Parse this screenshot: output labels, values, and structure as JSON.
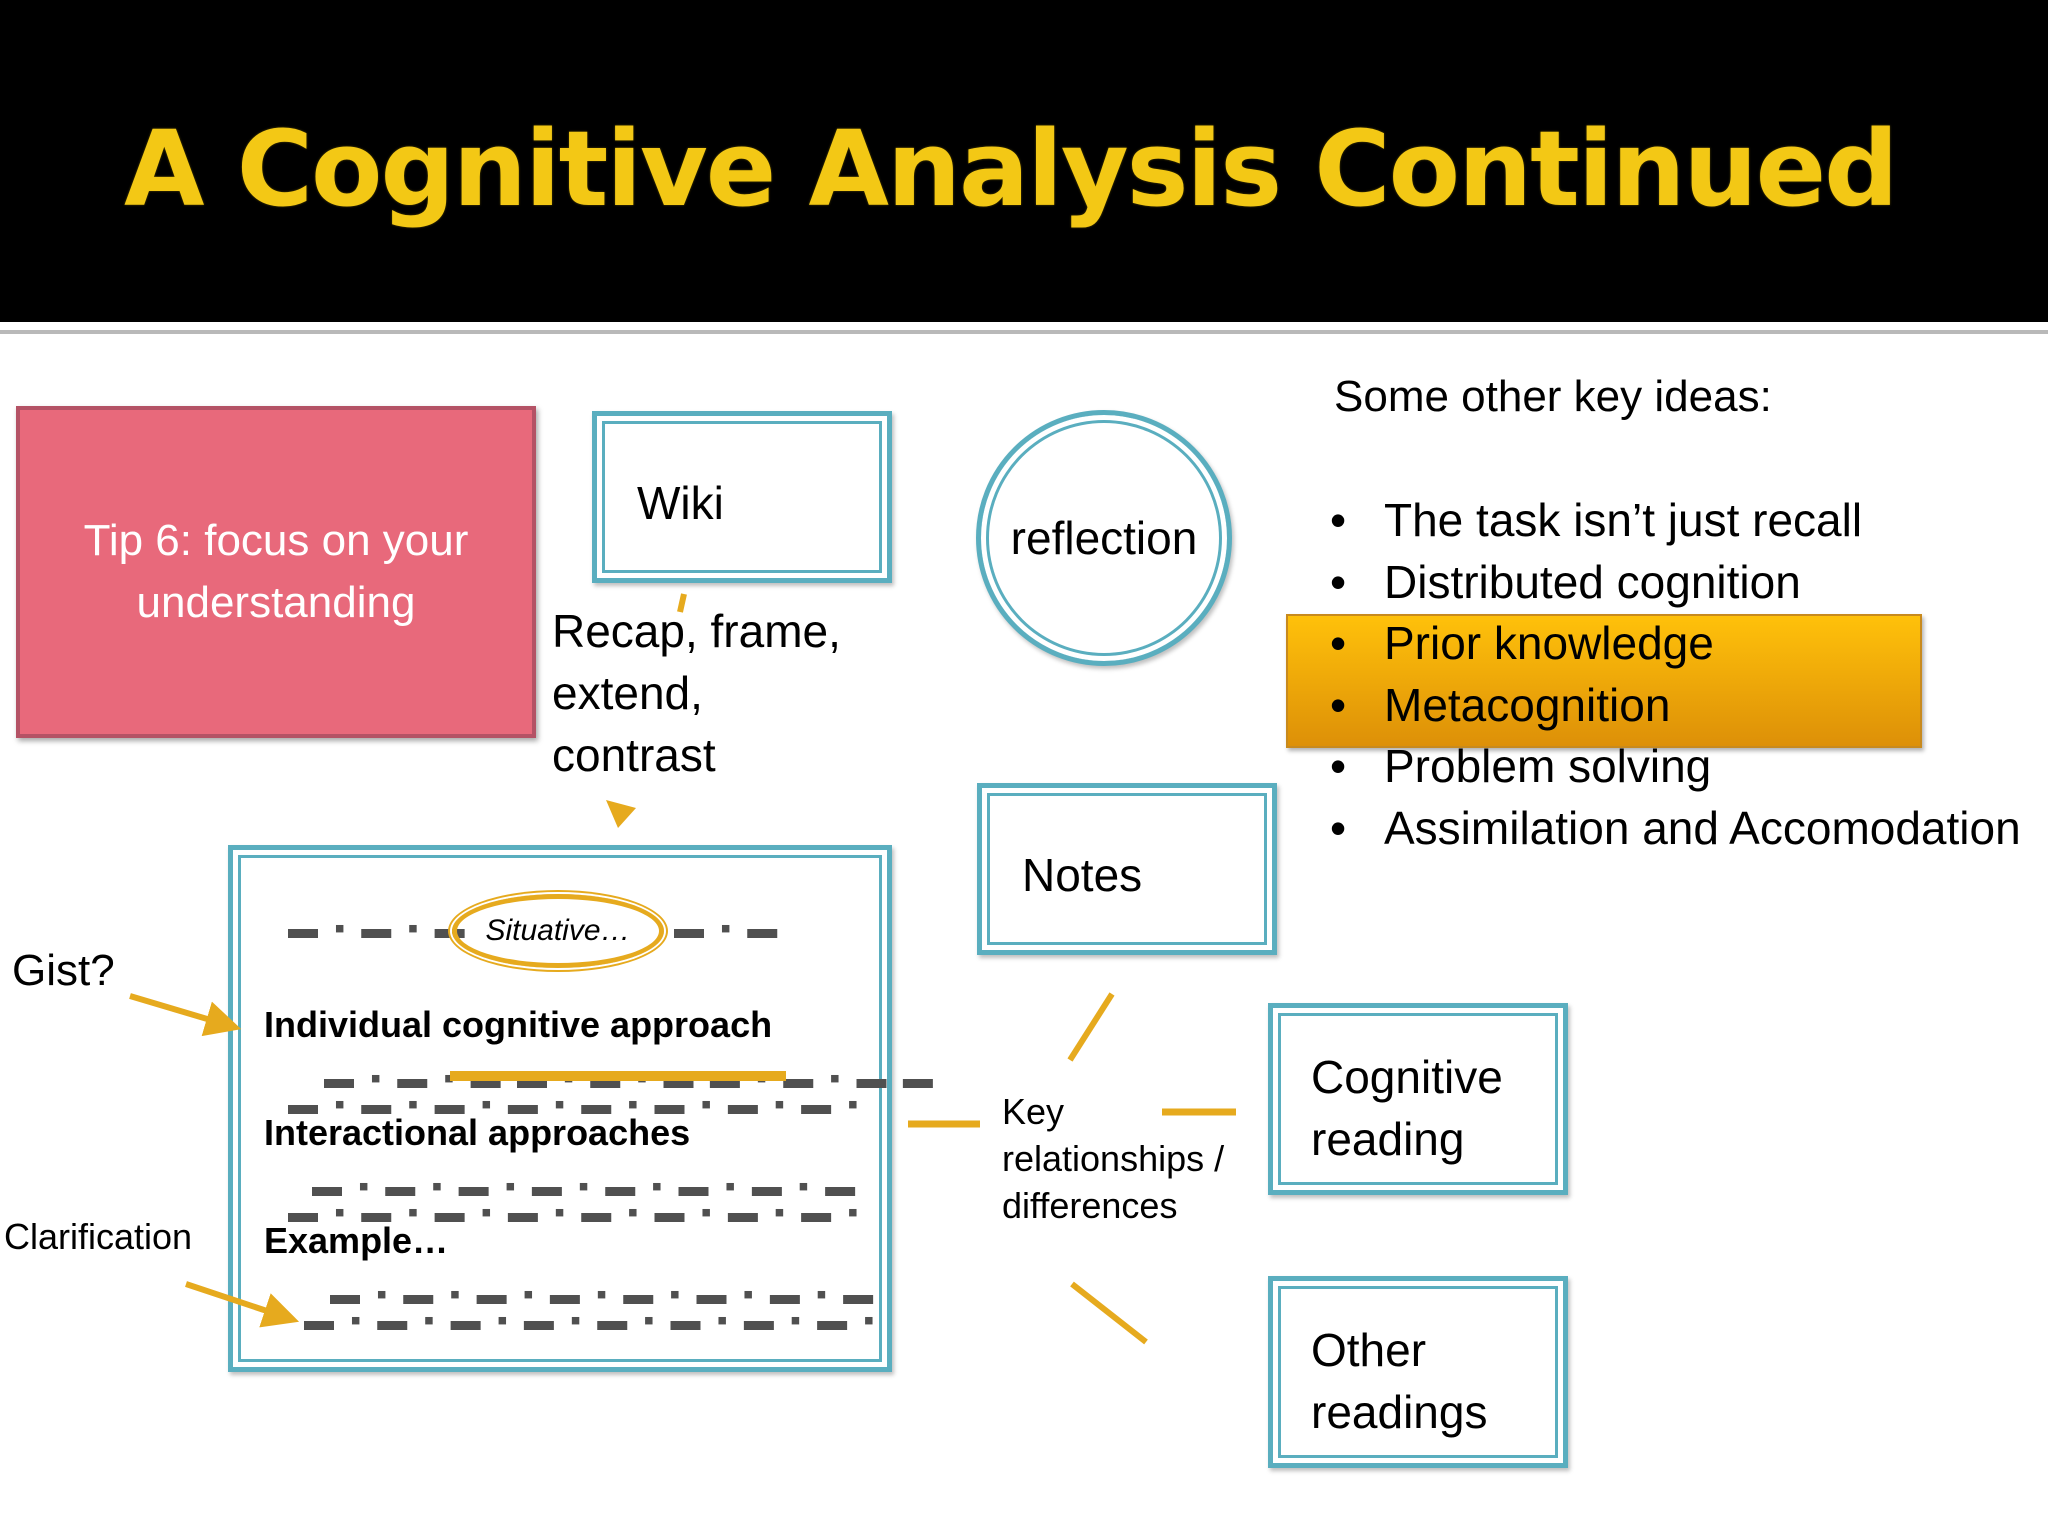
{
  "title": "A Cognitive Analysis Continued",
  "tip": {
    "text": "Tip 6: focus on your understanding"
  },
  "wiki": {
    "label": "Wiki"
  },
  "recap": {
    "line1": "Recap, frame,",
    "line2": "extend,",
    "line3": "contrast"
  },
  "reflection": {
    "label": "reflection"
  },
  "notes": {
    "label": "Notes"
  },
  "cognitive_reading": {
    "line1": "Cognitive",
    "line2": "reading"
  },
  "other_readings": {
    "line1": "Other",
    "line2": "readings"
  },
  "key_ideas": {
    "heading": "Some other key ideas:",
    "items": [
      "The task isn’t just recall",
      "Distributed cognition",
      "Prior knowledge",
      "Metacognition",
      "Problem solving",
      "Assimilation and Accomodation"
    ],
    "highlight_color": "#f2ae0d"
  },
  "content": {
    "situative": "Situative…",
    "individual": "Individual cognitive approach",
    "interactional": "Interactional approaches",
    "example": "Example…"
  },
  "labels": {
    "gist": "Gist?",
    "clarification": "Clarification",
    "key_line1": "Key",
    "key_line2": "relationships /",
    "key_line3": "differences"
  },
  "colors": {
    "title": "#f3c815",
    "title_band": "#000000",
    "tip_fill": "#e8697b",
    "box_border": "#5aaebf",
    "arrow": "#e6aa1e"
  }
}
